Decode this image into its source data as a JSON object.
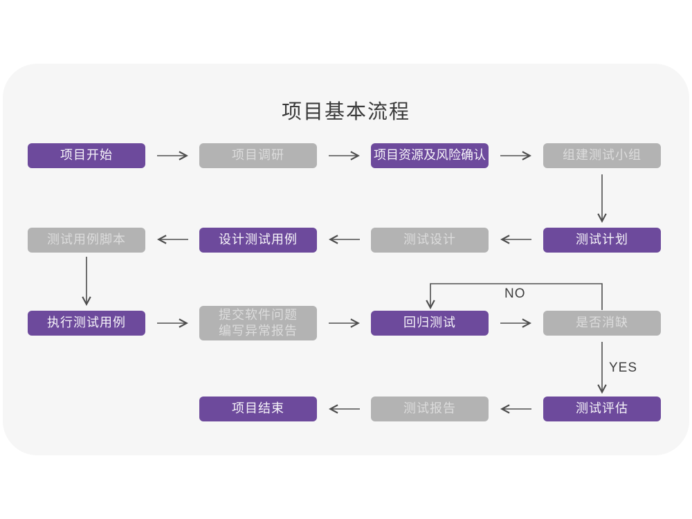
{
  "title": "项目基本流程",
  "colors": {
    "page_background": "#ffffff",
    "card_background": "#f6f6f6",
    "node_purple": "#6d4a9c",
    "node_gray": "#b3b3b3",
    "node_purple_text": "#f7f5fa",
    "node_gray_text": "#dcdcdc",
    "arrow": "#4d4d4d",
    "title_text": "#3a3a3a"
  },
  "labels": {
    "no": "NO",
    "yes": "YES"
  },
  "nodes": [
    {
      "id": "project-start",
      "label": "项目开始",
      "variant": "purple",
      "row": 1,
      "col": 1
    },
    {
      "id": "project-research",
      "label": "项目调研",
      "variant": "gray",
      "row": 1,
      "col": 2
    },
    {
      "id": "project-resources-risk",
      "label": "项目资源及风险确认",
      "variant": "purple",
      "row": 1,
      "col": 3
    },
    {
      "id": "build-test-team",
      "label": "组建测试小组",
      "variant": "gray",
      "row": 1,
      "col": 4
    },
    {
      "id": "test-plan",
      "label": "测试计划",
      "variant": "purple",
      "row": 2,
      "col": 4
    },
    {
      "id": "test-design",
      "label": "测试设计",
      "variant": "gray",
      "row": 2,
      "col": 3
    },
    {
      "id": "design-test-cases",
      "label": "设计测试用例",
      "variant": "purple",
      "row": 2,
      "col": 2
    },
    {
      "id": "test-case-scripts",
      "label": "测试用例脚本",
      "variant": "gray",
      "row": 2,
      "col": 1
    },
    {
      "id": "execute-test-cases",
      "label": "执行测试用例",
      "variant": "purple",
      "row": 3,
      "col": 1
    },
    {
      "id": "submit-issues-report",
      "lines": [
        "提交软件问题",
        "编写异常报告"
      ],
      "variant": "gray",
      "row": 3,
      "col": 2
    },
    {
      "id": "regression-test",
      "label": "回归测试",
      "variant": "purple",
      "row": 3,
      "col": 3
    },
    {
      "id": "defect-resolved",
      "label": "是否消缺",
      "variant": "gray",
      "row": 3,
      "col": 4
    },
    {
      "id": "test-evaluation",
      "label": "测试评估",
      "variant": "purple",
      "row": 4,
      "col": 4
    },
    {
      "id": "test-report",
      "label": "测试报告",
      "variant": "gray",
      "row": 4,
      "col": 3
    },
    {
      "id": "project-end",
      "label": "项目结束",
      "variant": "purple",
      "row": 4,
      "col": 2
    }
  ],
  "edges": [
    {
      "from": "project-start",
      "to": "project-research"
    },
    {
      "from": "project-research",
      "to": "project-resources-risk"
    },
    {
      "from": "project-resources-risk",
      "to": "build-test-team"
    },
    {
      "from": "build-test-team",
      "to": "test-plan"
    },
    {
      "from": "test-plan",
      "to": "test-design"
    },
    {
      "from": "test-design",
      "to": "design-test-cases"
    },
    {
      "from": "design-test-cases",
      "to": "test-case-scripts"
    },
    {
      "from": "test-case-scripts",
      "to": "execute-test-cases"
    },
    {
      "from": "execute-test-cases",
      "to": "submit-issues-report"
    },
    {
      "from": "submit-issues-report",
      "to": "regression-test"
    },
    {
      "from": "regression-test",
      "to": "defect-resolved"
    },
    {
      "from": "defect-resolved",
      "to": "regression-test",
      "label": "NO"
    },
    {
      "from": "defect-resolved",
      "to": "test-evaluation",
      "label": "YES"
    },
    {
      "from": "test-evaluation",
      "to": "test-report"
    },
    {
      "from": "test-report",
      "to": "project-end"
    }
  ]
}
